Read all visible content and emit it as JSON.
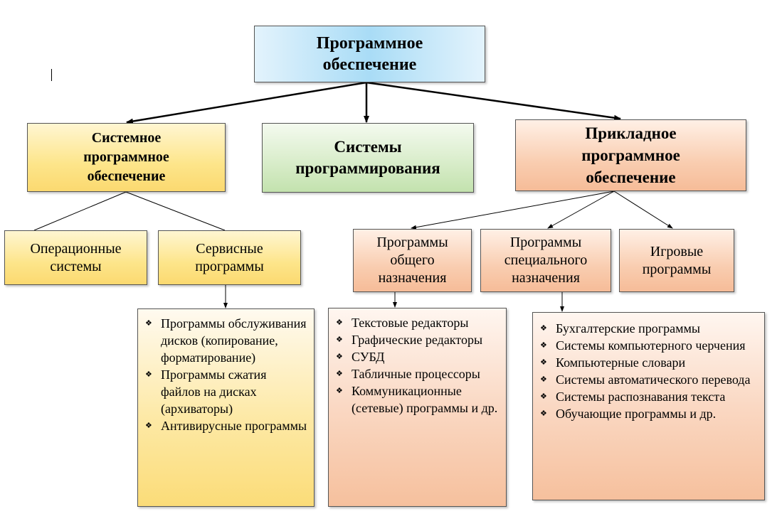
{
  "root": {
    "line1": "Программное",
    "line2": "обеспечение"
  },
  "level1": {
    "system": {
      "line1": "Системное",
      "line2": "программное",
      "line3": "обеспечение"
    },
    "programming": {
      "line1": "Системы",
      "line2": "программирования"
    },
    "applied": {
      "line1": "Прикладное",
      "line2": "программное",
      "line3": "обеспечение"
    }
  },
  "level2": {
    "os": {
      "line1": "Операционные",
      "line2": "системы"
    },
    "service": {
      "line1": "Сервисные",
      "line2": "программы"
    },
    "general": {
      "line1": "Программы",
      "line2": "общего",
      "line3": "назначения"
    },
    "special": {
      "line1": "Программы",
      "line2": "специального",
      "line3": "назначения"
    },
    "games": {
      "line1": "Игровые",
      "line2": "программы"
    }
  },
  "lists": {
    "service_items": [
      "Программы обслуживания дисков (копирование, форматирование)",
      "Программы сжатия файлов на дисках (архиваторы)",
      "Антивирусные программы"
    ],
    "general_items": [
      "Текстовые редакторы",
      "Графические редакторы",
      "СУБД",
      "Табличные процессоры",
      "Коммуникационные (сетевые) программы и др."
    ],
    "special_items": [
      "Бухгалтерские программы",
      "Системы компьютерного черчения",
      "Компьютерные словари",
      "Системы автоматического перевода",
      "Системы распознавания текста",
      "Обучающие программы и др."
    ]
  },
  "bullet_glyph": "❖",
  "colors": {
    "root_fill": "#a9dcf6",
    "system_fill": "#fde58a",
    "programming_fill": "#d7ecc8",
    "applied_fill": "#f9cdb0"
  }
}
